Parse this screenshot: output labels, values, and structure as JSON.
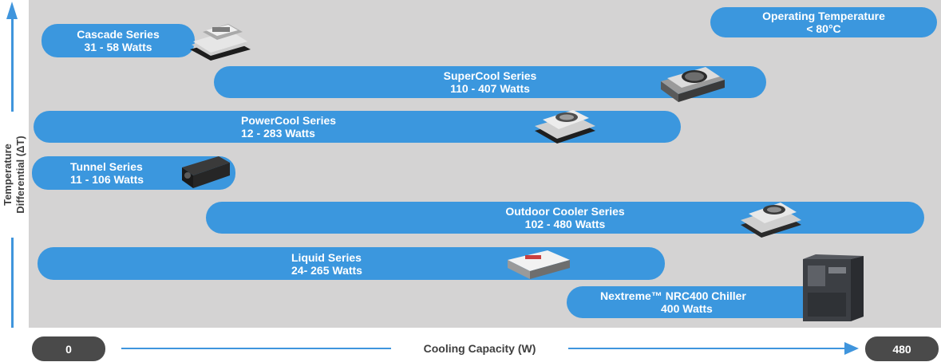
{
  "chart_data": {
    "type": "range-bar",
    "y_axis_label": [
      "Temperature",
      "Differential (ΔT)"
    ],
    "x_axis_label": "Cooling Capacity (W)",
    "x_min_label": "0",
    "x_max_label": "480",
    "xlim": [
      0,
      480
    ],
    "bar_color": "#3b97de",
    "series": [
      {
        "name": "Cascade Series",
        "range_label": "31 - 58 Watts",
        "min": 31,
        "max": 58
      },
      {
        "name": "SuperCool Series",
        "range_label": "110 - 407 Watts",
        "min": 110,
        "max": 407
      },
      {
        "name": "PowerCool Series",
        "range_label": "12 - 283 Watts",
        "min": 12,
        "max": 283
      },
      {
        "name": "Tunnel Series",
        "range_label": "11 - 106 Watts",
        "min": 11,
        "max": 106
      },
      {
        "name": "Outdoor Cooler Series",
        "range_label": "102 - 480 Watts",
        "min": 102,
        "max": 480
      },
      {
        "name": "Liquid Series",
        "range_label": "24- 265 Watts",
        "min": 24,
        "max": 265
      },
      {
        "name": "Nextreme™ NRC400 Chiller",
        "range_label": "400 Watts",
        "min": 400,
        "max": 400
      }
    ],
    "note": {
      "name": "Operating Temperature",
      "range_label": "< 80°C"
    }
  }
}
